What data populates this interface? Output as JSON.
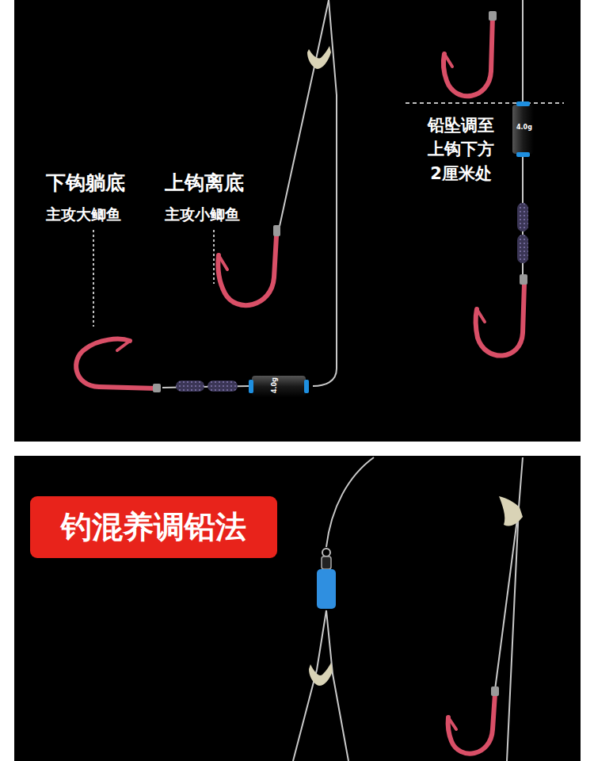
{
  "diagram": {
    "nodes": [
      {
        "text": [
          "钓混养调铅法"
        ]
      }
    ],
    "labels": [
      "铅坠调至 上钩下方 2厘米处",
      "4.0g",
      "下钩躺底",
      "主攻大鲫鱼",
      "上钩离底",
      "主攻小鲫鱼",
      "4.0g"
    ]
  }
}
